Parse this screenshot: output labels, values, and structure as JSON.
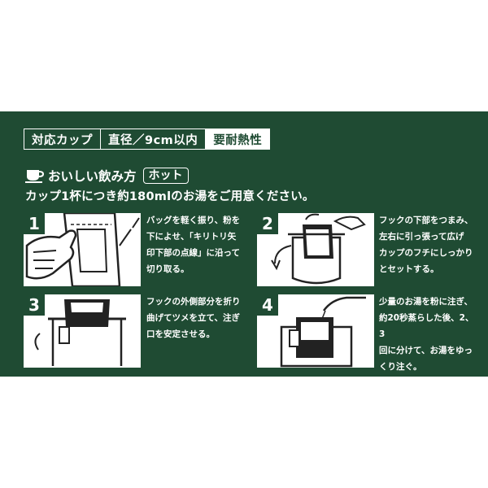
{
  "spec": {
    "cup_label": "対応カップ",
    "diameter": "直径／9cm以内",
    "heat": "要耐熱性"
  },
  "heading": {
    "title": "おいしい飲み方",
    "badge": "ホット",
    "subtitle": "カップ1杯につき約180mlのお湯をご用意ください。"
  },
  "steps": [
    {
      "num": "1",
      "lines": [
        "バッグを軽く振り、粉を",
        "下によせ、「キリトリ矢",
        "印下部の点線」に沿って",
        "切り取る。"
      ]
    },
    {
      "num": "2",
      "lines": [
        "フックの下部をつまみ、",
        "左右に引っ張って広げ",
        "カップのフチにしっかり",
        "とセットする。"
      ]
    },
    {
      "num": "3",
      "lines": [
        "フックの外側部分を折り",
        "曲げてツメを立て、注ぎ",
        "口を安定させる。"
      ]
    },
    {
      "num": "4",
      "lines": [
        "少量のお湯を粉に注ぎ、",
        "約20秒蒸らした後、2、3",
        "回に分けて、お湯をゆっ",
        "くり注ぐ。"
      ]
    }
  ],
  "colors": {
    "panel": "#1f4b33",
    "text": "#ffffff"
  }
}
